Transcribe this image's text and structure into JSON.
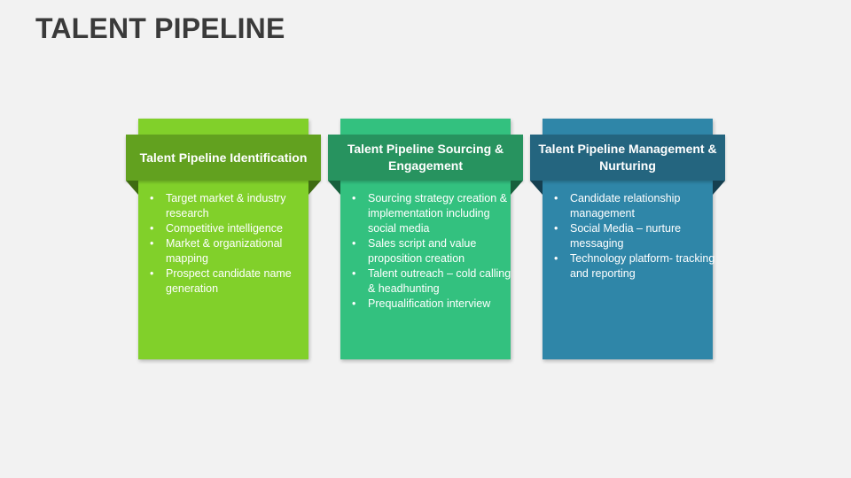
{
  "title": "TALENT PIPELINE",
  "colors": {
    "card_1_body": "#81d02a",
    "card_1_banner": "#62a11f",
    "card_1_fold": "#3f6b12",
    "card_2_body": "#33c17f",
    "card_2_banner": "#27935f",
    "card_2_fold": "#17603d",
    "card_3_body": "#2f86a8",
    "card_3_banner": "#24657f",
    "card_3_fold": "#153f50"
  },
  "cards": [
    {
      "heading": "Talent Pipeline Identification",
      "bullets": [
        "Target market & industry research",
        "Competitive intelligence",
        "Market & organizational mapping",
        "Prospect candidate name generation"
      ]
    },
    {
      "heading": "Talent Pipeline Sourcing & Engagement",
      "bullets": [
        "Sourcing strategy creation & implementation including social media",
        "Sales script and value proposition creation",
        "Talent outreach – cold calling & headhunting",
        "Prequalification interview"
      ]
    },
    {
      "heading": "Talent Pipeline Management & Nurturing",
      "bullets": [
        "Candidate relationship management",
        "Social Media – nurture messaging",
        "Technology platform- tracking and reporting"
      ]
    }
  ]
}
